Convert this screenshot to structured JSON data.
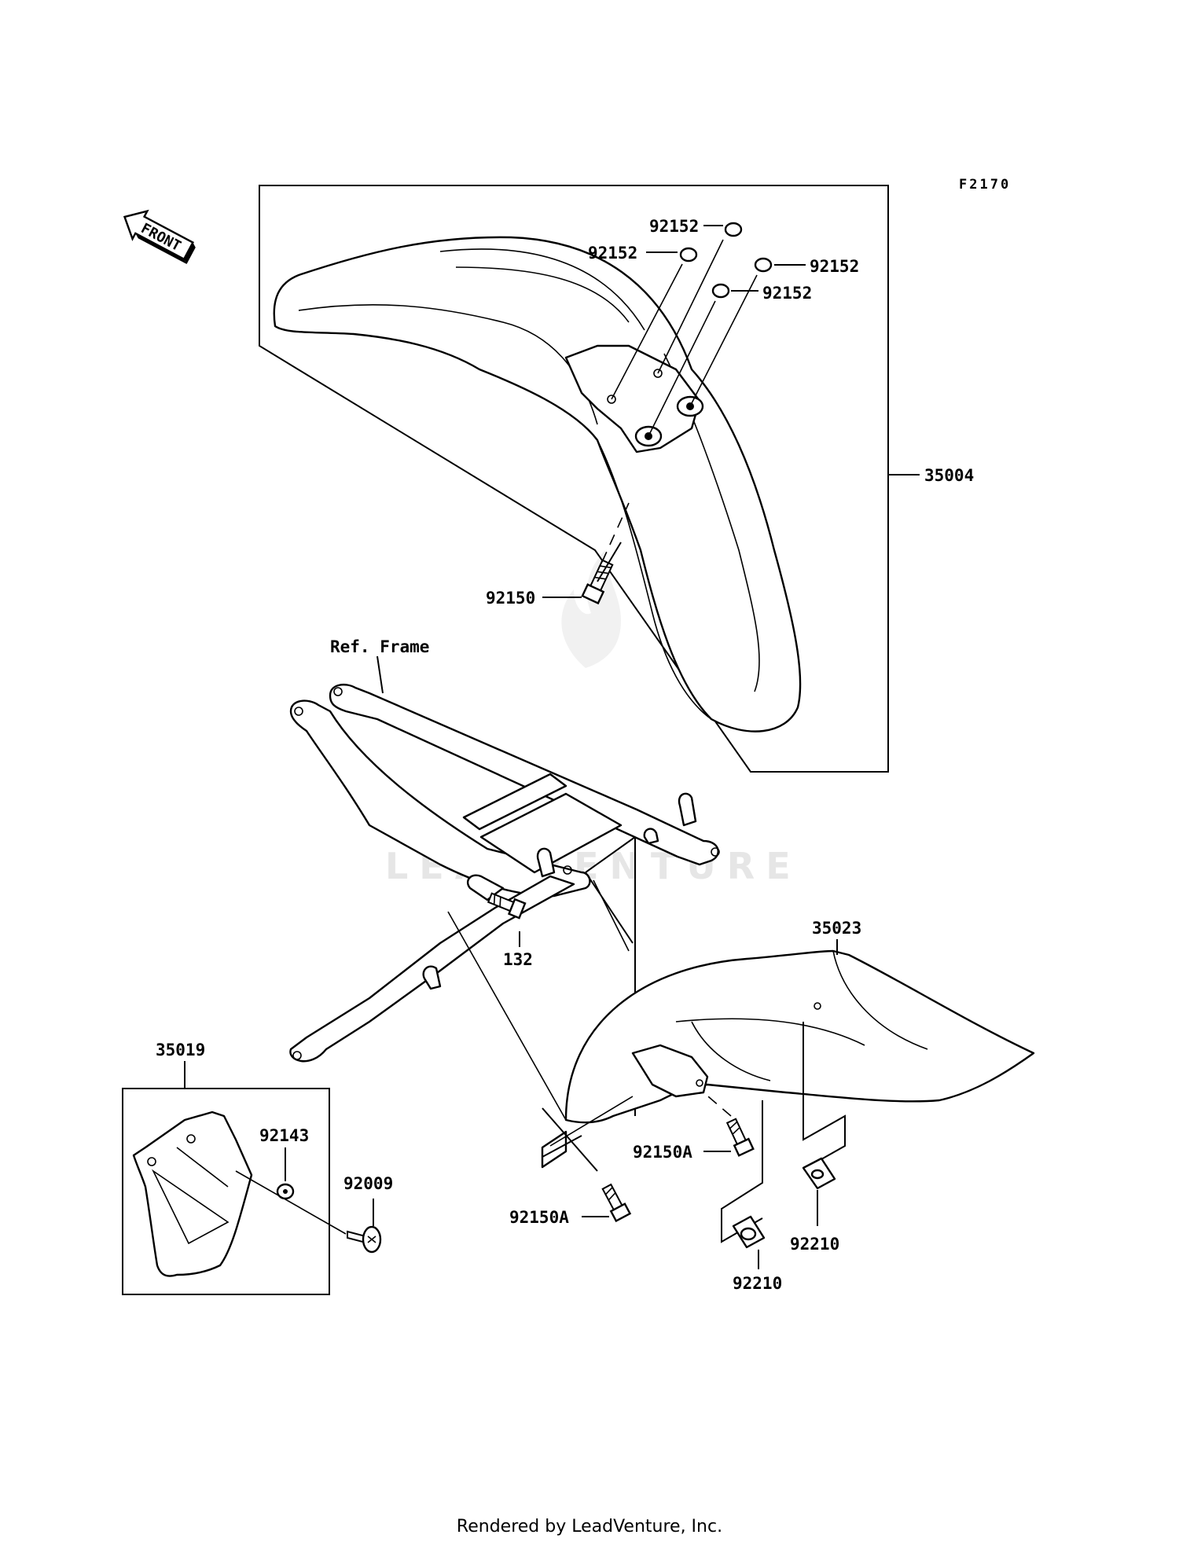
{
  "figure_code": "F2170",
  "direction_badge": "FRONT",
  "watermark": "LEADVENTURE",
  "footer": "Rendered by LeadVenture, Inc.",
  "labels": {
    "washer_1": "92152",
    "washer_2": "92152",
    "washer_3": "92152",
    "washer_4": "92152",
    "front_fender": "35004",
    "fender_bolt": "92150",
    "ref_frame": "Ref. Frame",
    "bolt_132": "132",
    "rear_fender": "35023",
    "bolt_a_upper": "92150A",
    "bolt_a_lower": "92150A",
    "nut_right": "92210",
    "nut_left": "92210",
    "mudflap": "35019",
    "collar": "92143",
    "screw": "92009"
  }
}
